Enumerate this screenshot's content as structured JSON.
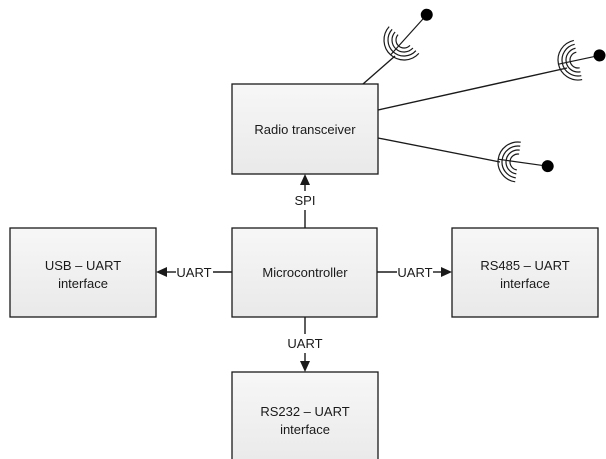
{
  "blocks": {
    "radio": {
      "line1": "Radio transceiver"
    },
    "mcu": {
      "line1": "Microcontroller"
    },
    "usb": {
      "line1": "USB – UART",
      "line2": "interface"
    },
    "rs485": {
      "line1": "RS485 – UART",
      "line2": "interface"
    },
    "rs232": {
      "line1": "RS232 – UART",
      "line2": "interface"
    }
  },
  "connections": {
    "spi": "SPI",
    "uart_left": "UART",
    "uart_right": "UART",
    "uart_down": "UART"
  },
  "icons": {
    "antenna": "antenna-icon"
  }
}
